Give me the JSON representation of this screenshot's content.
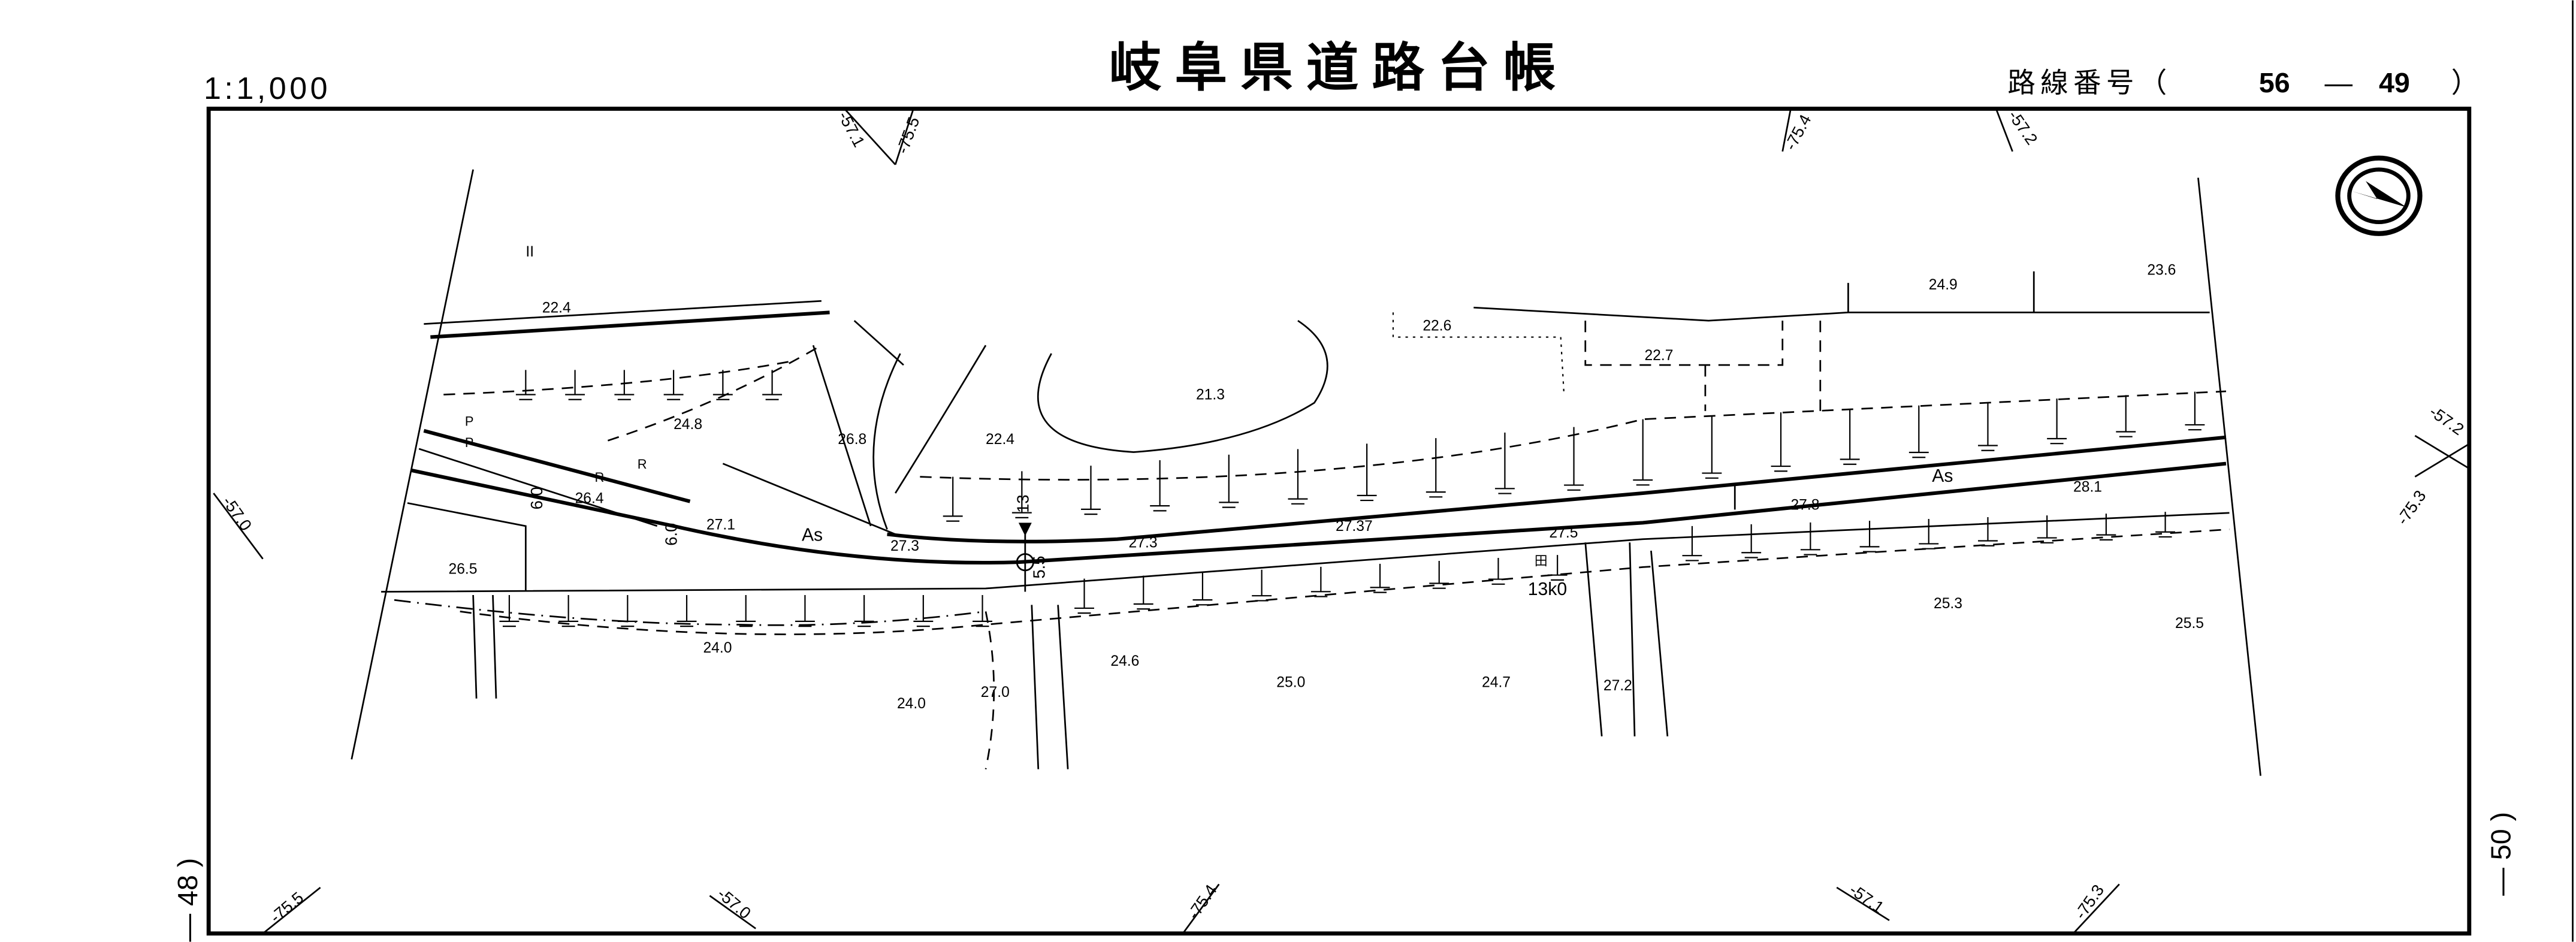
{
  "header": {
    "scale": "1:1,000",
    "title": "岐阜県道路台帳",
    "route_label": "路線番号（",
    "route_a": "56",
    "route_sep": "—",
    "route_b": "49",
    "route_close": "）"
  },
  "sheet": {
    "left_number": "— 48 )",
    "right_number": "— 50 )"
  },
  "grid_labels": [
    "-57.1",
    "-75.5",
    "-75.4",
    "-57.2",
    "-57.0",
    "-57.2",
    "-75.3",
    "-75.5",
    "-57.0",
    "-75.4",
    "-57.1",
    "-75.3"
  ],
  "elevations": [
    "22.4",
    "24.8",
    "26.8",
    "22.4",
    "21.3",
    "22.6",
    "22.7",
    "24.9",
    "23.6",
    "26.4",
    "27.1",
    "27.3",
    "27.3",
    "27.37",
    "27.5",
    "27.8",
    "28.1",
    "26.5",
    "24.0",
    "24.0",
    "27.0",
    "24.6",
    "25.0",
    "24.7",
    "27.2",
    "25.3",
    "25.5"
  ],
  "annotations": {
    "surface_1": "As",
    "surface_2": "As",
    "kilopost": "13k0",
    "width_1": "6.0",
    "width_2": "6.0",
    "width_3": "5.5",
    "station": "13",
    "p1": "P",
    "p2": "P",
    "r1": "R",
    "r2": "R",
    "field_symbol": "田",
    "marker": "II"
  },
  "colors": {
    "ink": "#000000",
    "paper": "#ffffff"
  }
}
